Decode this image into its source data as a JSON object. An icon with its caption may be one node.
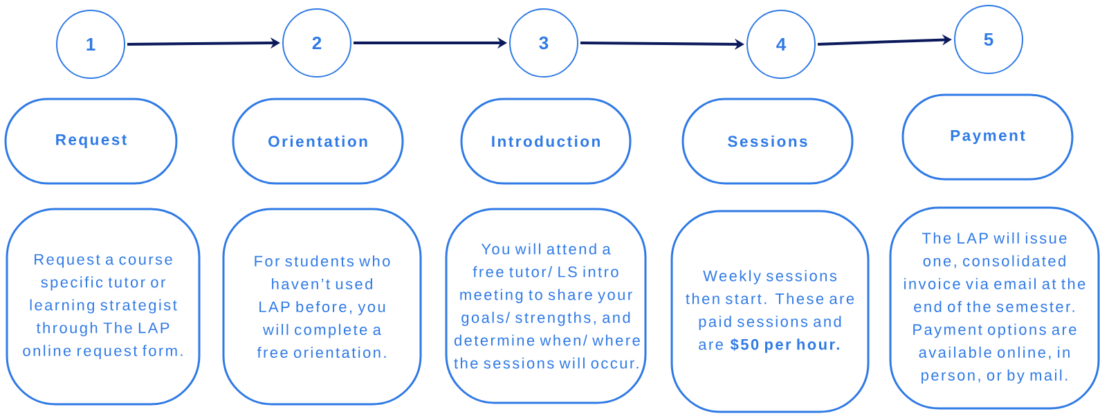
{
  "diagram": {
    "nodes": [
      {
        "text": [
          "1"
        ]
      },
      {
        "text": [
          "2"
        ]
      },
      {
        "text": [
          "3"
        ]
      },
      {
        "text": [
          "4"
        ]
      },
      {
        "text": [
          "5"
        ]
      },
      {
        "text": [
          "Request"
        ]
      },
      {
        "text": [
          "Orientation"
        ]
      },
      {
        "text": [
          "Introduction"
        ]
      },
      {
        "text": [
          "Sessions"
        ]
      },
      {
        "text": [
          "Payment"
        ]
      },
      {
        "text": [
          "Request a course specific tutor or learning strategist through The LAP online request form."
        ]
      },
      {
        "text": [
          "For students who haven’t used LAP before, you will complete a free orientation."
        ]
      },
      {
        "text": [
          "You will attend a free tutor/ LS intro meeting to share your goals/ strengths, and determine when/ where the sessions will occur."
        ]
      },
      {
        "text": [
          "Weekly sessions then start. These are paid sessions and are **$50 per hour.**"
        ]
      },
      {
        "text": [
          "The LAP will issue one, consolidated invoice via email at the end of the semester. Payment options are available online, in person, or by mail."
        ]
      }
    ],
    "edges": [
      {
        "from": 0,
        "to": 1,
        "arrow": "to"
      },
      {
        "from": 1,
        "to": 2,
        "arrow": "to"
      },
      {
        "from": 2,
        "to": 3,
        "arrow": "to"
      },
      {
        "from": 3,
        "to": 4,
        "arrow": "to"
      }
    ]
  }
}
